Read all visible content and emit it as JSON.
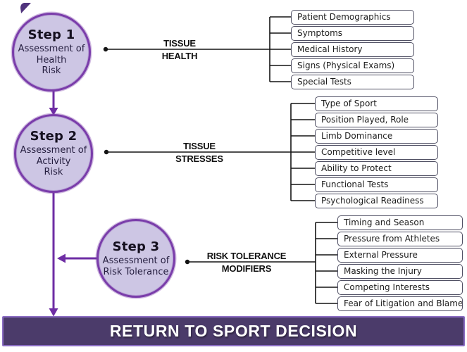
{
  "colors": {
    "circle_fill": "#cdc6e4",
    "circle_border": "#7a3daa",
    "connector_purple": "#6e2da4",
    "line_black": "#141414",
    "box_border": "#4f4f63",
    "banner_fill": "#4b3b6a",
    "banner_border": "#8a6cc2",
    "banner_text_color": "#ffffff"
  },
  "steps": [
    {
      "title": "Step 1",
      "subtitle_lines": [
        "Assessment of",
        "Health",
        "Risk"
      ],
      "connector_label_lines": [
        "TISSUE",
        "HEALTH"
      ],
      "items": [
        "Patient Demographics",
        "Symptoms",
        "Medical History",
        "Signs (Physical Exams)",
        "Special Tests"
      ]
    },
    {
      "title": "Step 2",
      "subtitle_lines": [
        "Assessment of",
        "Activity",
        "Risk"
      ],
      "connector_label_lines": [
        "TISSUE",
        "STRESSES"
      ],
      "items": [
        "Type of Sport",
        "Position Played, Role",
        "Limb Dominance",
        "Competitive level",
        "Ability to Protect",
        "Functional Tests",
        "Psychological Readiness"
      ]
    },
    {
      "title": "Step 3",
      "subtitle_lines": [
        "Assessment of",
        "Risk Tolerance"
      ],
      "connector_label_lines": [
        "RISK TOLERANCE",
        "MODIFIERS"
      ],
      "items": [
        "Timing and Season",
        "Pressure from Athletes",
        "External Pressure",
        "Masking the Injury",
        "Competing Interests",
        "Fear of Litigation and Blame"
      ]
    }
  ],
  "banner": {
    "text": "RETURN TO SPORT DECISION"
  }
}
